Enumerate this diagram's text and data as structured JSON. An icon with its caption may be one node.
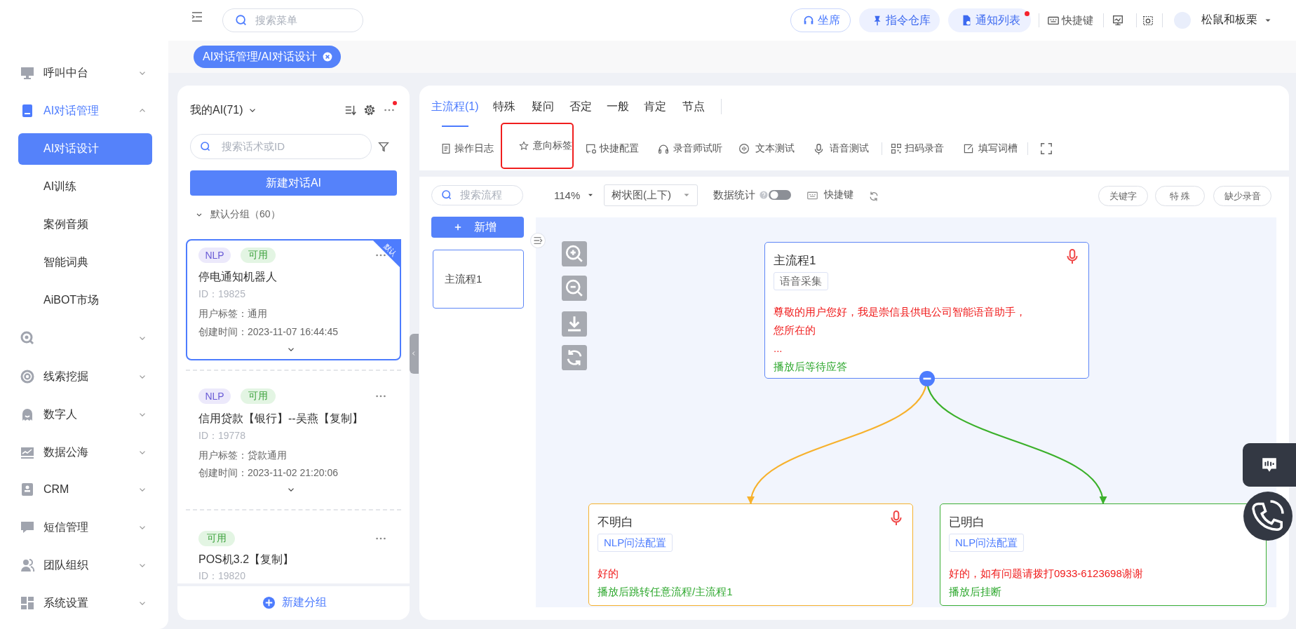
{
  "diagram": {
    "nodes": [
      {
        "text": [
          "主流程1",
          "语音采集",
          "尊敬的用户您好，我是崇信县供电公司智能语音助手，",
          "您所在的",
          "...",
          "播放后等待应答"
        ]
      },
      {
        "text": [
          "不明白",
          "NLP问法配置",
          "好的",
          "播放后跳转任意流程/主流程1"
        ]
      },
      {
        "text": [
          "已明白",
          "NLP问法配置",
          "好的，如有问题请拨打0933-6123698谢谢",
          "播放后挂断"
        ]
      },
      {
        "text": [
          "意向标签"
        ]
      }
    ],
    "edges": [
      {
        "from": 0,
        "to": 1,
        "arrow": "to",
        "color": "#f7b12c"
      },
      {
        "from": 0,
        "to": 2,
        "arrow": "to",
        "color": "#3bb02a"
      }
    ],
    "labels": [
      "搜索菜单",
      "坐席",
      "指令仓库",
      "通知列表",
      "快捷键",
      "松鼠和板栗",
      "AI对话管理/AI对话设计",
      "呼叫中台",
      "AI对话管理",
      "AI对话设计",
      "AI训练",
      "案例音频",
      "智能词典",
      "AiBOT市场",
      "线索挖掘",
      "数字人",
      "数据公海",
      "CRM",
      "短信管理",
      "团队组织",
      "系统设置",
      "我的AI(71)",
      "搜索话术或ID",
      "新建对话AI",
      "默认分组（60）",
      "NLP",
      "可用",
      "停电通知机器人",
      "ID：19825",
      "用户标签：通用",
      "创建时间：2023-11-07 16:44:45",
      "默认",
      "NLP",
      "可用",
      "信用贷款【银行】--吴燕【复制】",
      "ID：19778",
      "用户标签：贷款通用",
      "创建时间：2023-11-02 21:20:06",
      "可用",
      "POS机3.2【复制】",
      "ID：19820",
      "新建分组",
      "主流程(1)",
      "特殊",
      "疑问",
      "否定",
      "一般",
      "肯定",
      "节点",
      "操作日志",
      "快捷配置",
      "录音师试听",
      "文本测试",
      "语音测试",
      "扫码录音",
      "填写词槽",
      "搜索流程",
      "新增",
      "主流程1",
      "114%",
      "树状图(上下)",
      "数据统计",
      "快捷键",
      "关键字",
      "特 殊",
      "缺少录音"
    ]
  }
}
